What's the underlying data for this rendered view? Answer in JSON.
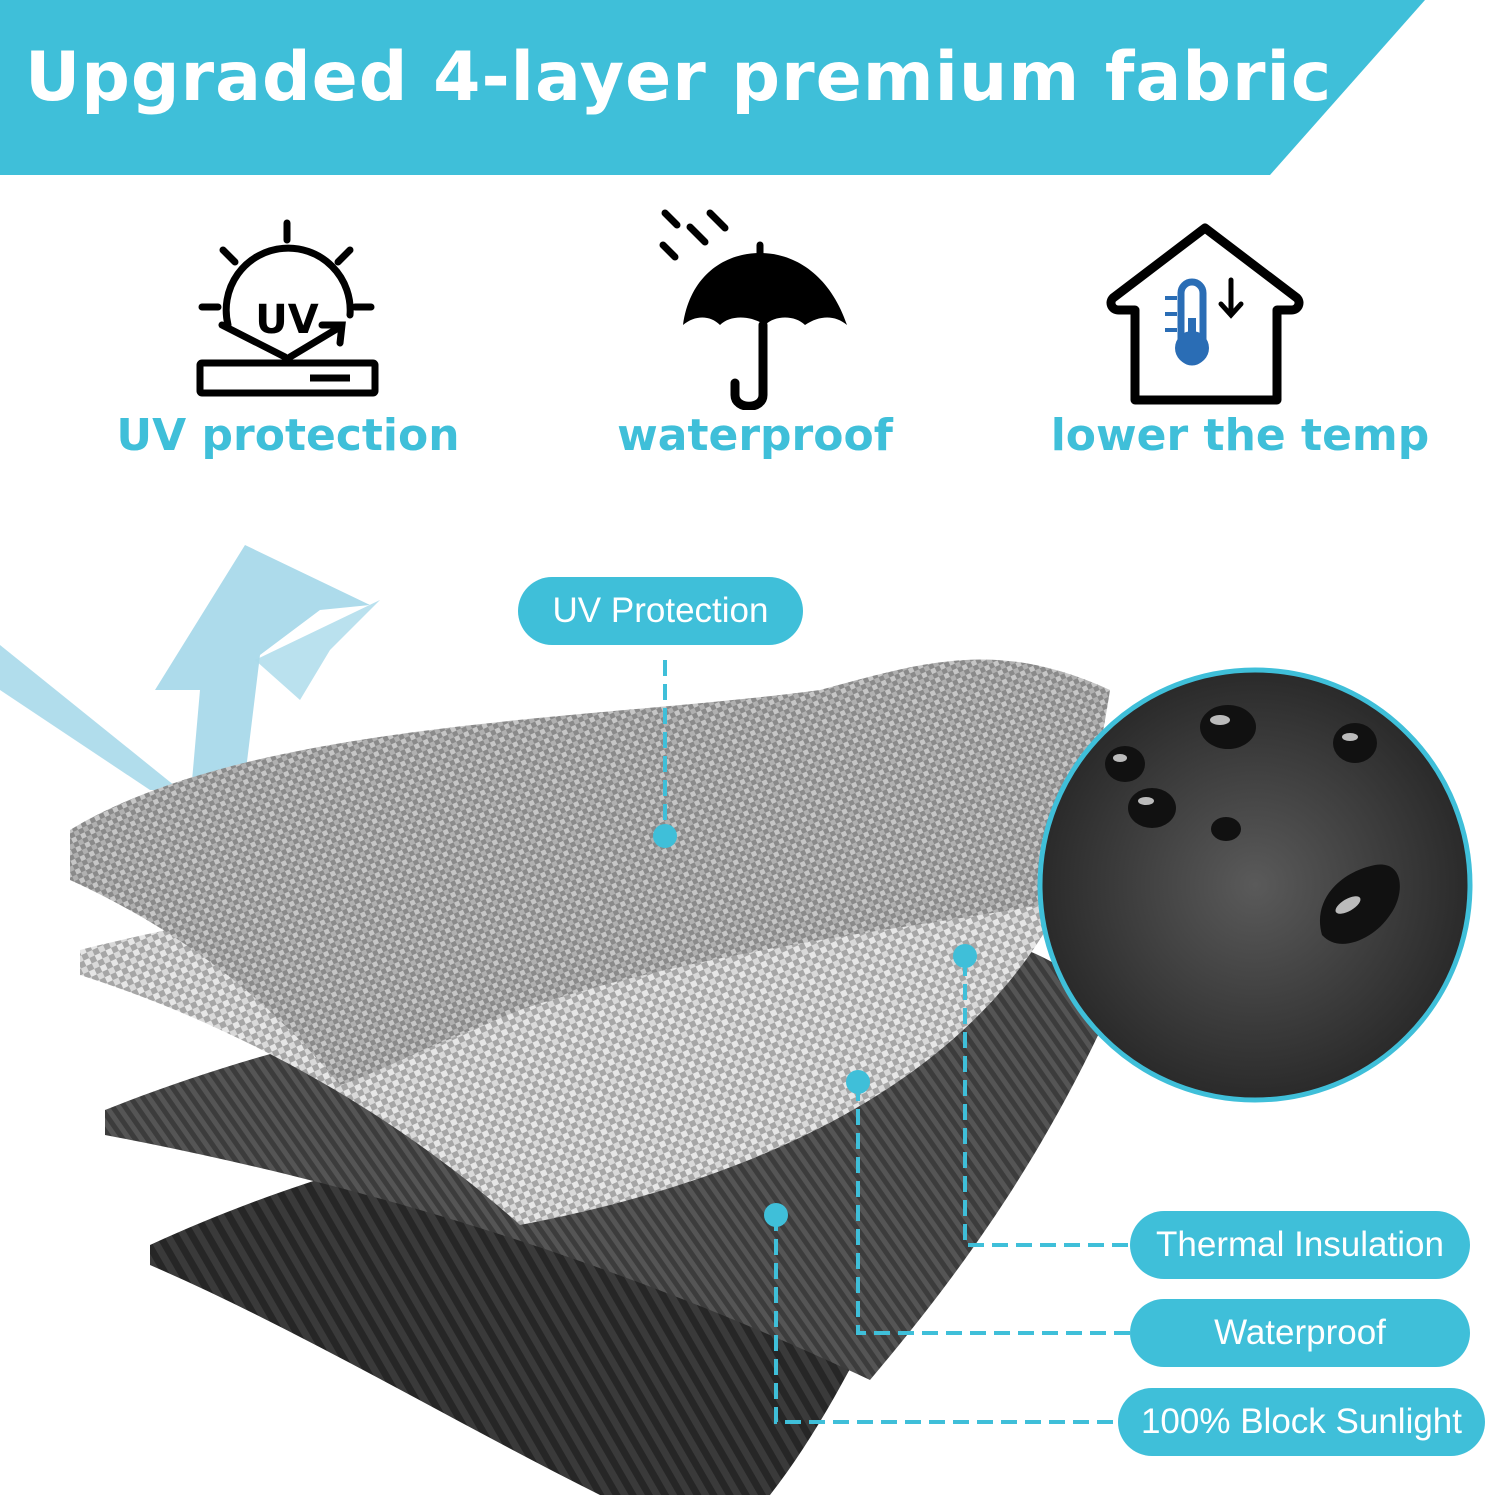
{
  "banner": {
    "title": "Upgraded 4-layer premium fabric"
  },
  "features": [
    {
      "label": "UV protection",
      "icon": "uv-sun-shield-icon"
    },
    {
      "label": "waterproof",
      "icon": "umbrella-rain-icon"
    },
    {
      "label": "lower the temp",
      "icon": "house-thermometer-icon"
    }
  ],
  "uv_icon_text": "UV",
  "layers": [
    {
      "label": "UV Protection"
    },
    {
      "label": "Thermal Insulation"
    },
    {
      "label": "Waterproof"
    },
    {
      "label": "100% Block Sunlight"
    }
  ],
  "colors": {
    "accent": "#3fbfd9",
    "arrow": "#a9d9ea",
    "fabric_dark": "#2e2e2e",
    "fabric_silver": "#b9b9b9"
  }
}
